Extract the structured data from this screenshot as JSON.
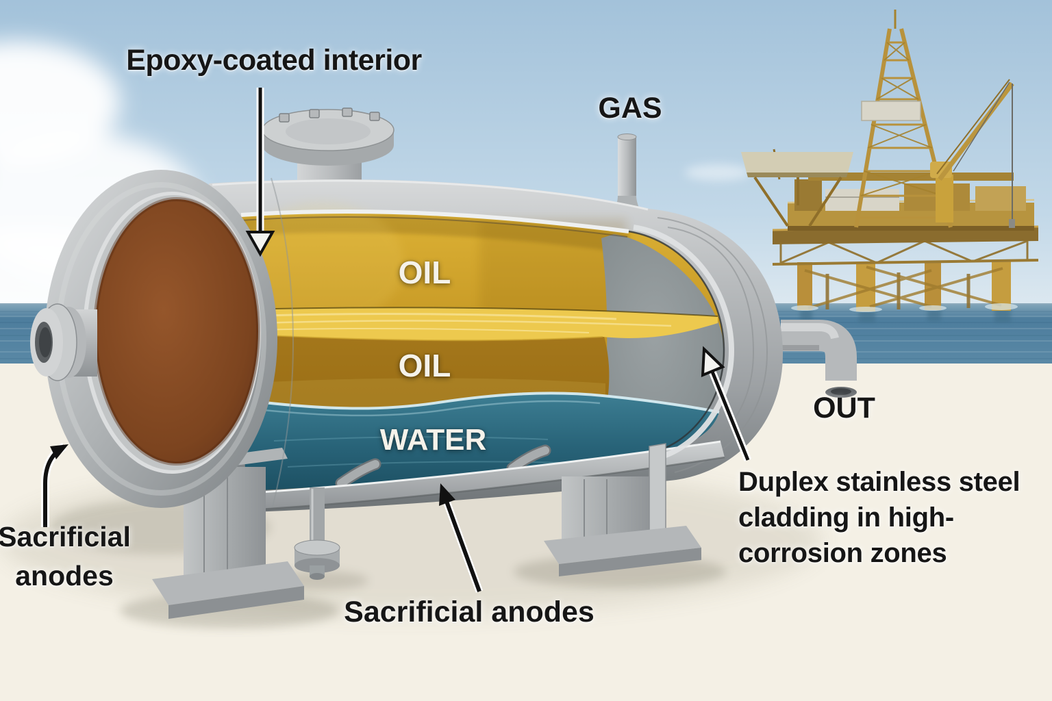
{
  "labels": {
    "epoxy": "Epoxy-coated interior",
    "gas": "GAS",
    "oil_top": "OIL",
    "oil_mid": "OIL",
    "water": "WATER",
    "out": "OUT",
    "duplex": [
      "Duplex stainless steel",
      "cladding in high-",
      "corrosion zones"
    ],
    "anodes_left": [
      "Sacrificial",
      "anodes"
    ],
    "anodes_bottom": "Sacrificial anodes"
  },
  "illustration": {
    "elements": [
      "separator-vessel",
      "manway-flange",
      "gas-outlet-pipe",
      "outlet-pipe",
      "inlet-nozzle",
      "left-end-cap",
      "duplex-clad-end-cap",
      "oil-layer",
      "water-layer",
      "sacrificial-anode-rods",
      "drain-flange",
      "support-legs",
      "offshore-platform",
      "sea",
      "sky",
      "clouds"
    ]
  },
  "colors": {
    "sky": "#b5cfe2",
    "sea": "#4f7fa0",
    "ground": "#f4f0e5",
    "tank_shell": "#b4b7b9",
    "oil_surface": "#eac94e",
    "oil_body": "#a87c1c",
    "water": "#2a6379",
    "interior_end_brown": "#7c441f",
    "duplex_cladding": "#8f9698",
    "rig": "#bb953f",
    "annotation_text": "#161616",
    "fluid_label_text": "#f5f2ea"
  }
}
